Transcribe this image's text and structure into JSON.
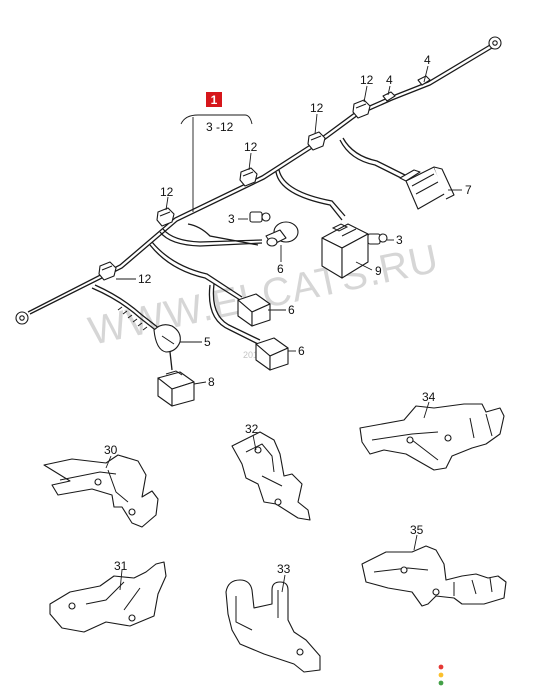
{
  "diagram": {
    "position_badge": {
      "text": "1",
      "color": "#d6161b"
    },
    "range_label": "3 -12",
    "labels": {
      "clip_12": "12",
      "bolt_4": "4",
      "connector_7": "7",
      "plug_3": "3",
      "sensor_6": "6",
      "connector_9": "9",
      "sensor_5": "5",
      "connector_8": "8",
      "bracket_30": "30",
      "bracket_31": "31",
      "bracket_32": "32",
      "bracket_33": "33",
      "bracket_34": "34",
      "bracket_35": "35"
    },
    "watermark": {
      "text": "WWW.ELCATS.RU",
      "year": "2011 2021"
    },
    "traffic_dots": [
      "#e53935",
      "#fbc02d",
      "#43a047"
    ]
  }
}
